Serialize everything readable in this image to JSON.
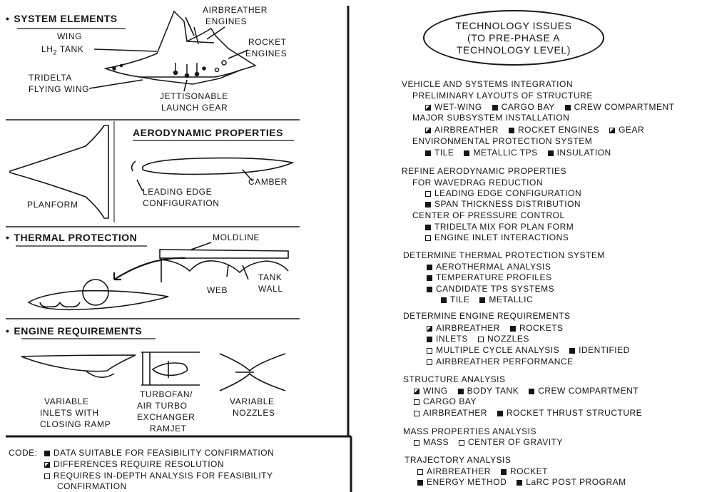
{
  "left": {
    "system_elements": {
      "heading": "SYSTEM ELEMENTS",
      "labels": {
        "wing": "WING",
        "lh2": "LH",
        "lh2_sub": "2",
        "lh2_tail": " TANK",
        "tridelta_1": "TRIDELTA",
        "tridelta_2": "FLYING WING",
        "airbreather_1": "AIRBREATHER",
        "airbreather_2": "ENGINES",
        "rocket_1": "ROCKET",
        "rocket_2": "ENGINES",
        "jett_1": "JETTISONABLE",
        "jett_2": "LAUNCH GEAR"
      }
    },
    "aero": {
      "heading": "AERODYNAMIC PROPERTIES",
      "planform": "PLANFORM",
      "camber": "CAMBER",
      "leading_1": "LEADING EDGE",
      "leading_2": "CONFIGURATION"
    },
    "thermal": {
      "heading": "THERMAL PROTECTION",
      "moldline": "MOLDLINE",
      "tank_1": "TANK",
      "tank_2": "WALL",
      "web": "WEB"
    },
    "engine": {
      "heading": "ENGINE REQUIREMENTS",
      "inlets": [
        "VARIABLE",
        "INLETS WITH",
        "CLOSING RAMP"
      ],
      "turbofan": [
        "TURBOFAN/",
        "AIR TURBO",
        "EXCHANGER",
        "RAMJET"
      ],
      "nozzles": [
        "VARIABLE",
        "NOZZLES"
      ]
    },
    "legend": {
      "code": "CODE:",
      "items": [
        {
          "box": "filled",
          "text": "DATA SUITABLE FOR FEASIBILITY CONFIRMATION"
        },
        {
          "box": "half",
          "text": "DIFFERENCES REQUIRE RESOLUTION"
        },
        {
          "box": "empty",
          "text": "REQUIRES IN-DEPTH ANALYSIS FOR FEASIBILITY"
        }
      ],
      "continuation": "CONFIRMATION"
    }
  },
  "right": {
    "title": [
      "TECHNOLOGY ISSUES",
      "(TO PRE-PHASE A",
      "TECHNOLOGY LEVEL)"
    ],
    "lines": [
      {
        "text": "VEHICLE AND SYSTEMS INTEGRATION"
      },
      {
        "text": "PRELIMINARY LAYOUTS OF STRUCTURE"
      },
      {
        "items": [
          {
            "box": "half",
            "text": "WET-WING"
          },
          {
            "box": "filled",
            "text": "CARGO BAY"
          },
          {
            "box": "filled",
            "text": "CREW COMPARTMENT"
          }
        ]
      },
      {
        "text": "MAJOR SUBSYSTEM INSTALLATION"
      },
      {
        "items": [
          {
            "box": "half",
            "text": "AIRBREATHER"
          },
          {
            "box": "filled",
            "text": "ROCKET ENGINES"
          },
          {
            "box": "half",
            "text": "GEAR"
          }
        ]
      },
      {
        "text": "ENVIRONMENTAL PROTECTION SYSTEM"
      },
      {
        "items": [
          {
            "box": "filled",
            "text": "TILE"
          },
          {
            "box": "filled",
            "text": "METALLIC TPS"
          },
          {
            "box": "filled",
            "text": "INSULATION"
          }
        ]
      },
      {
        "text": "REFINE AERODYNAMIC PROPERTIES"
      },
      {
        "text": "FOR WAVEDRAG REDUCTION"
      },
      {
        "items": [
          {
            "box": "empty",
            "text": "LEADING EDGE CONFIGURATION"
          }
        ]
      },
      {
        "items": [
          {
            "box": "filled",
            "text": "SPAN THICKNESS DISTRIBUTION"
          }
        ]
      },
      {
        "text": "CENTER OF PRESSURE CONTROL"
      },
      {
        "items": [
          {
            "box": "filled",
            "text": "TRIDELTA MIX FOR PLAN FORM"
          }
        ]
      },
      {
        "items": [
          {
            "box": "empty",
            "text": "ENGINE INLET INTERACTIONS"
          }
        ]
      },
      {
        "text": "DETERMINE THERMAL PROTECTION SYSTEM"
      },
      {
        "items": [
          {
            "box": "filled",
            "text": "AEROTHERMAL ANALYSIS"
          }
        ]
      },
      {
        "items": [
          {
            "box": "filled",
            "text": "TEMPERATURE PROFILES"
          }
        ]
      },
      {
        "items": [
          {
            "box": "filled",
            "text": "CANDIDATE TPS SYSTEMS"
          }
        ]
      },
      {
        "items": [
          {
            "box": "filled",
            "text": "TILE"
          },
          {
            "box": "filled",
            "text": "METALLIC"
          }
        ]
      },
      {
        "text": "DETERMINE ENGINE REQUIREMENTS"
      },
      {
        "items": [
          {
            "box": "half",
            "text": "AIRBREATHER"
          },
          {
            "box": "filled",
            "text": "ROCKETS"
          }
        ]
      },
      {
        "items": [
          {
            "box": "filled",
            "text": "INLETS"
          },
          {
            "box": "empty",
            "text": "NOZZLES"
          }
        ]
      },
      {
        "items": [
          {
            "box": "empty",
            "text": "MULTIPLE CYCLE ANALYSIS"
          },
          {
            "box": "filled",
            "text": "IDENTIFIED"
          }
        ]
      },
      {
        "items": [
          {
            "box": "empty",
            "text": "AIRBREATHER PERFORMANCE"
          }
        ]
      },
      {
        "text": "STRUCTURE ANALYSIS"
      },
      {
        "items": [
          {
            "box": "half",
            "text": "WING"
          },
          {
            "box": "filled",
            "text": "BODY TANK"
          },
          {
            "box": "filled",
            "text": "CREW COMPARTMENT"
          }
        ]
      },
      {
        "items": [
          {
            "box": "empty",
            "text": "CARGO BAY"
          }
        ]
      },
      {
        "items": [
          {
            "box": "empty",
            "text": "AIRBREATHER"
          },
          {
            "box": "filled",
            "text": "ROCKET THRUST STRUCTURE"
          }
        ]
      },
      {
        "text": "MASS PROPERTIES ANALYSIS"
      },
      {
        "items": [
          {
            "box": "empty",
            "text": "MASS"
          },
          {
            "box": "empty",
            "text": "CENTER OF GRAVITY"
          }
        ]
      },
      {
        "text": "TRAJECTORY ANALYSIS"
      },
      {
        "items": [
          {
            "box": "empty",
            "text": "AIRBREATHER"
          },
          {
            "box": "filled",
            "text": "ROCKET"
          }
        ]
      },
      {
        "items": [
          {
            "box": "filled",
            "text": "ENERGY METHOD"
          },
          {
            "box": "filled",
            "text": "LaRC POST PROGRAM"
          }
        ]
      }
    ]
  }
}
